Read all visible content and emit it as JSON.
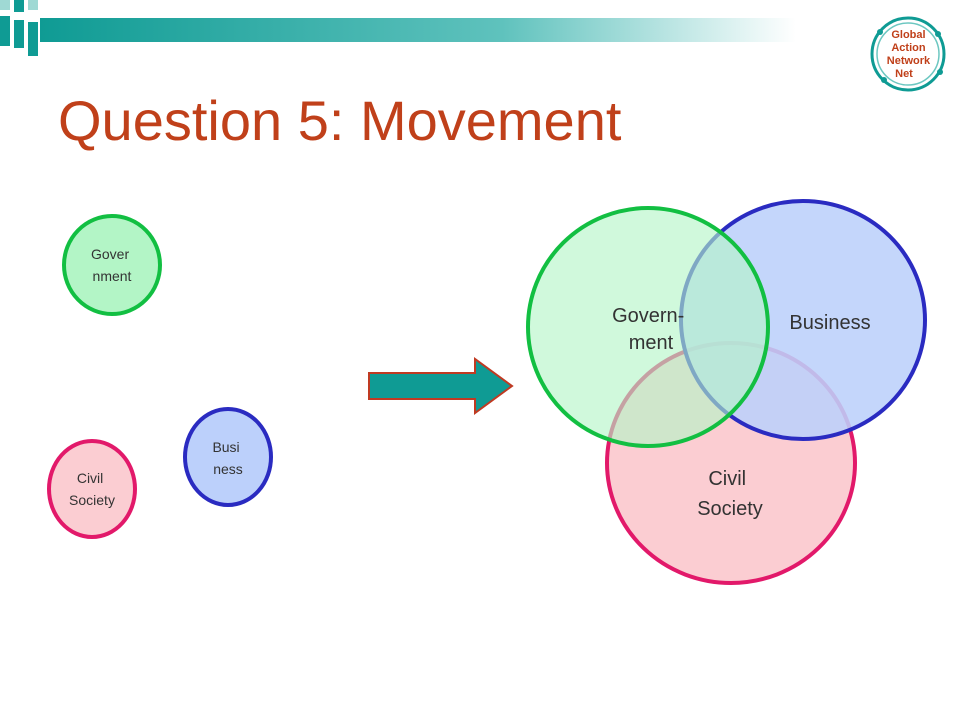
{
  "slide": {
    "title": "Question 5:  Movement",
    "logo": {
      "lines": [
        "Global",
        "Action",
        "Network",
        "Net"
      ]
    }
  },
  "before": {
    "government": [
      "Gover",
      "nment"
    ],
    "business": [
      "Busi",
      "ness"
    ],
    "civil_society": [
      "Civil",
      "Society"
    ]
  },
  "after": {
    "government": [
      "Govern-",
      "ment"
    ],
    "business": "Business",
    "civil_society": [
      "Civil",
      "Society"
    ]
  },
  "colors": {
    "title": "#c0401a",
    "teal": "#0f9b94",
    "green_fill": "#b3f5c6",
    "green_stroke": "#12bf42",
    "blue_fill": "#bcd0fb",
    "blue_stroke": "#2a2bc1",
    "pink_fill": "#fbcdd2",
    "pink_stroke": "#e2196a"
  }
}
